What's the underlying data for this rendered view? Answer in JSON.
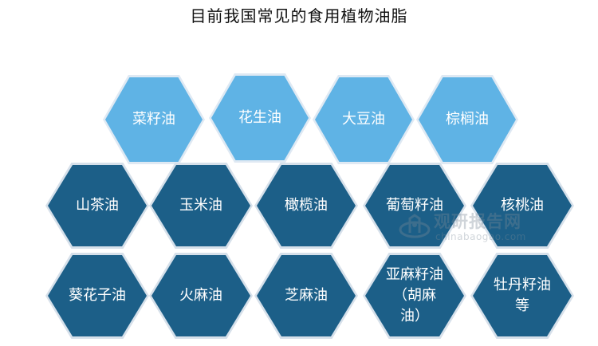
{
  "title": "目前我国常见的食用植物油脂",
  "row1": [
    "菜籽油",
    "花生油",
    "大豆油",
    "棕榈油"
  ],
  "row2": [
    "山茶油",
    "玉米油",
    "橄榄油",
    "葡萄籽油",
    "核桃油"
  ],
  "row3": [
    "葵花子油",
    "火麻油",
    "芝麻油",
    "亚麻籽油（胡麻油）",
    "牡丹籽油等"
  ],
  "watermark": {
    "cn": "观研报告网",
    "en": "chinabaogao.com"
  },
  "colors": {
    "light_hex": "#5fb3e5",
    "dark_hex": "#1c5f88"
  }
}
